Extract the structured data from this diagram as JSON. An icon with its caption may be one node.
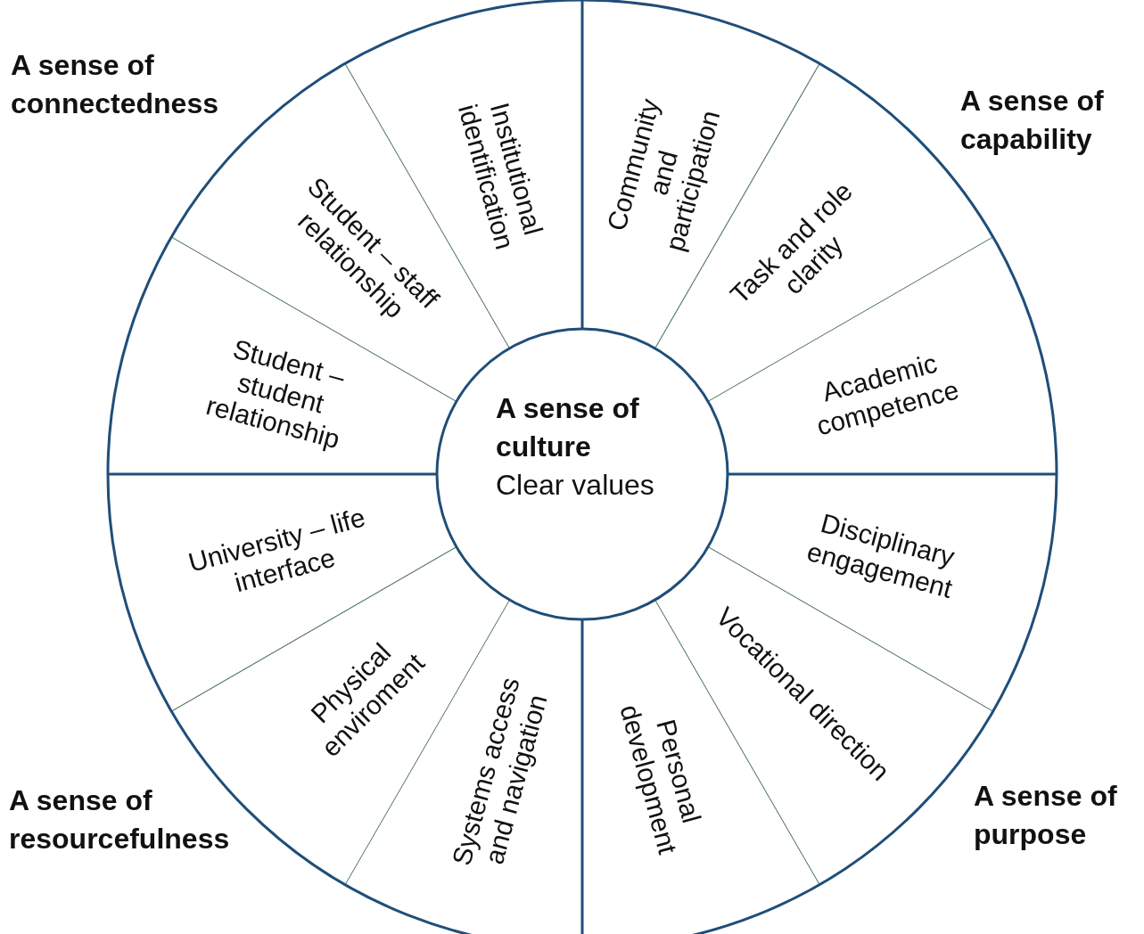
{
  "diagram": {
    "nodes": [
      {
        "text": [
          "Community and participation"
        ]
      },
      {
        "text": [
          "Task and role clarity"
        ]
      },
      {
        "text": [
          "Academic competence"
        ]
      },
      {
        "text": [
          "Disciplinary engagement"
        ]
      },
      {
        "text": [
          "Vocational direction"
        ]
      },
      {
        "text": [
          "Personal development"
        ]
      },
      {
        "text": [
          "Systems access and navigation"
        ]
      },
      {
        "text": [
          "Physical enviroment"
        ]
      },
      {
        "text": [
          "University – life interface"
        ]
      },
      {
        "text": [
          "Student – student relationship"
        ]
      },
      {
        "text": [
          "Student – staff relationship"
        ]
      },
      {
        "text": [
          "Institutional identification"
        ]
      },
      {
        "text": [
          "A sense of culture",
          "Clear values"
        ]
      }
    ],
    "edges": [],
    "labels": [
      "A sense of connectedness",
      "A sense of capability",
      "A sense of resourcefulness",
      "A sense of purpose"
    ]
  }
}
